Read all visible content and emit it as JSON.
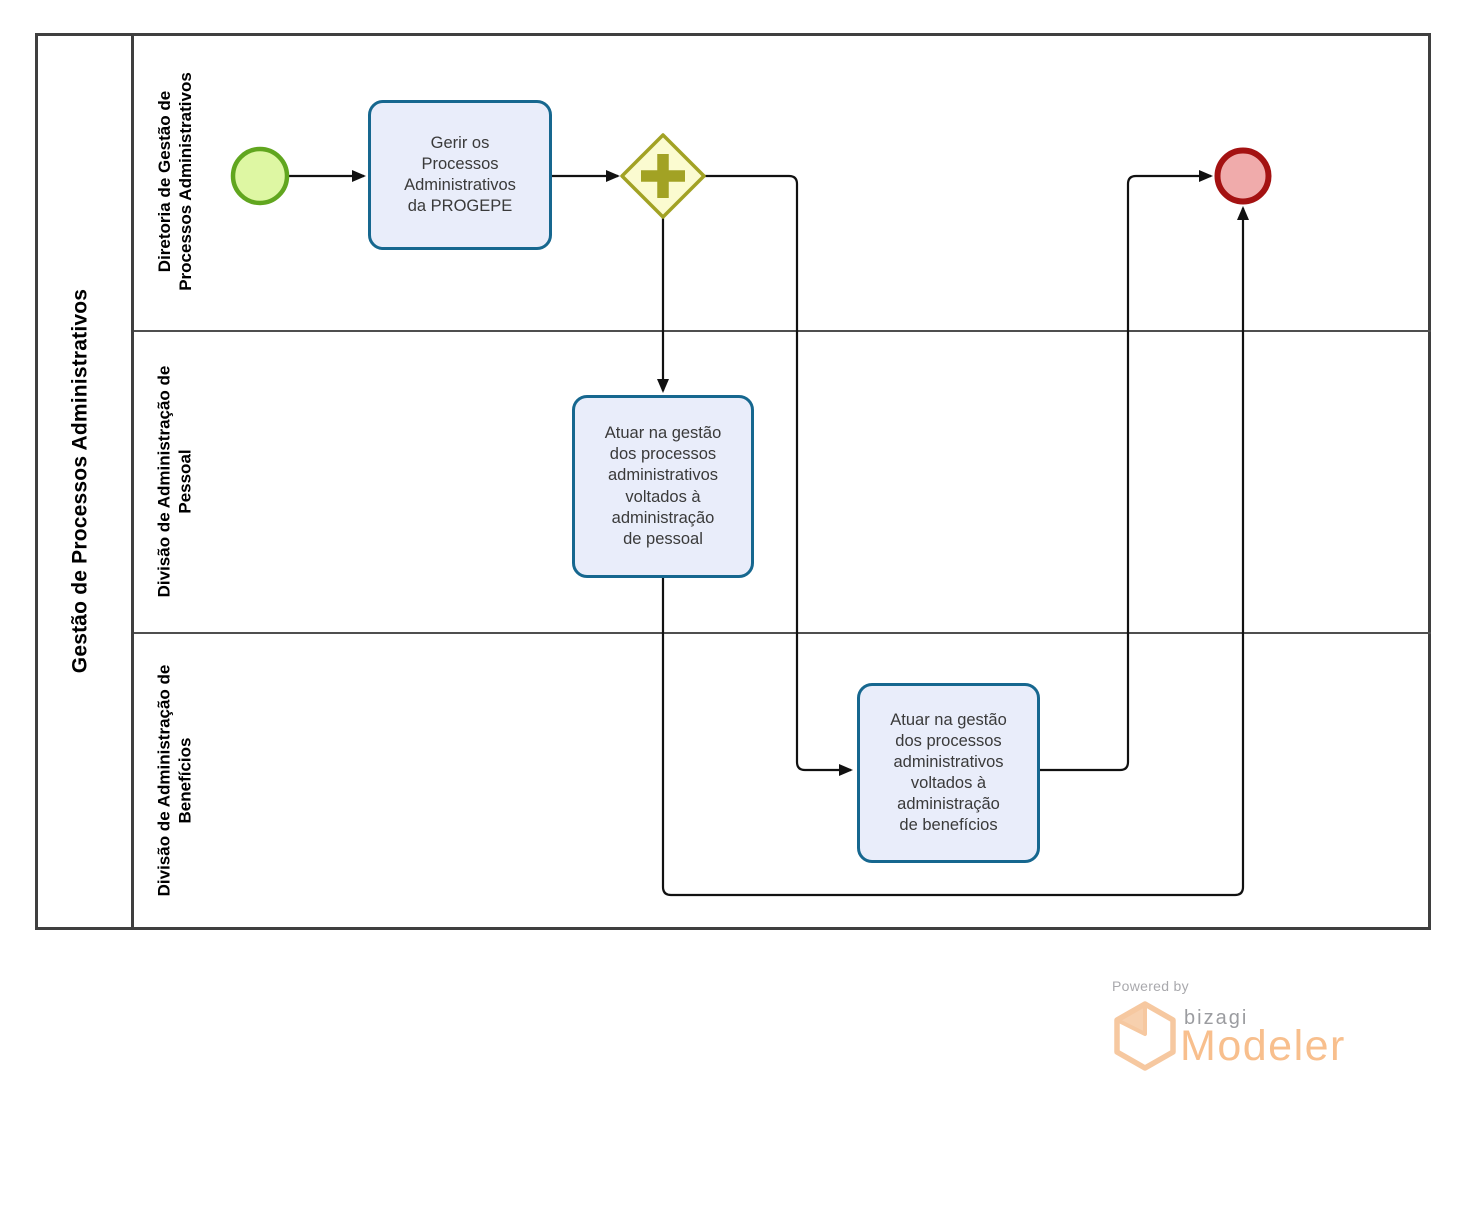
{
  "diagram": {
    "pool": {
      "title": "Gestão de Processos Administrativos"
    },
    "lanes": [
      {
        "label": "Diretoria de Gestão de\nProcessos Administrativos"
      },
      {
        "label": "Divisão de Administração de\nPessoal"
      },
      {
        "label": "Divisão de Administração de\nBenefícios"
      }
    ],
    "nodes": {
      "start_event": {
        "type": "start-event"
      },
      "task_gerir": {
        "label": "Gerir os\nProcessos\nAdministrativos\nda PROGEPE"
      },
      "gateway": {
        "type": "parallel-gateway"
      },
      "task_pessoal": {
        "label": "Atuar na gestão\ndos processos\nadministrativos\nvoltados à\nadministração\nde pessoal"
      },
      "task_beneficios": {
        "label": "Atuar na gestão\ndos processos\nadministrativos\nvoltados à\nadministração\nde benefícios"
      }
    }
  },
  "branding": {
    "powered_by": "Powered by",
    "brand": "bizagi",
    "product": "Modeler"
  },
  "colors": {
    "pool_border": "#3f3f3f",
    "lane_divider": "#4f4f4f",
    "label_text": "#000000",
    "task_fill": "#e9edfa",
    "task_stroke": "#16678f",
    "task_text": "#3a3a3a",
    "gateway_fill": "#fbfbd0",
    "gateway_stroke": "#a2a224",
    "start_fill": "#def7a3",
    "start_stroke": "#61a61f",
    "end_fill": "#f0abab",
    "end_stroke": "#a41212",
    "flow": "#111111",
    "brand_orange": "#f8bf8d",
    "brand_icon": "#f6c8a0",
    "brand_gray": "#9b9ca0",
    "powered_by_gray": "#a9a9ad"
  }
}
